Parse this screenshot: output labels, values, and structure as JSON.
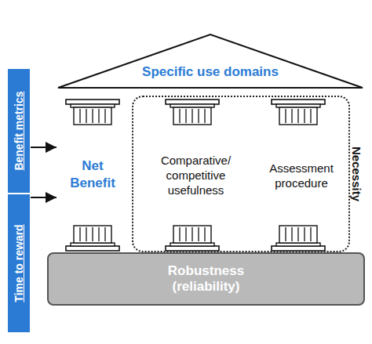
{
  "diagram": {
    "nodes": [
      {
        "text": [
          "Specific use domains"
        ]
      },
      {
        "text": [
          "Benefit metrics"
        ]
      },
      {
        "text": [
          "Time to reward"
        ]
      },
      {
        "text": [
          "Net Benefit"
        ]
      },
      {
        "text": [
          "Necessity"
        ]
      },
      {
        "text": [
          "Comparative/ competitive usefulness"
        ],
        "in": 4
      },
      {
        "text": [
          "Assessment procedure"
        ],
        "in": 4
      },
      {
        "text": [
          "Robustness (reliability)"
        ]
      }
    ],
    "edges": [
      {
        "from": 1,
        "to": 3,
        "arrow": "to"
      },
      {
        "from": 2,
        "to": 3,
        "arrow": "to"
      }
    ]
  }
}
